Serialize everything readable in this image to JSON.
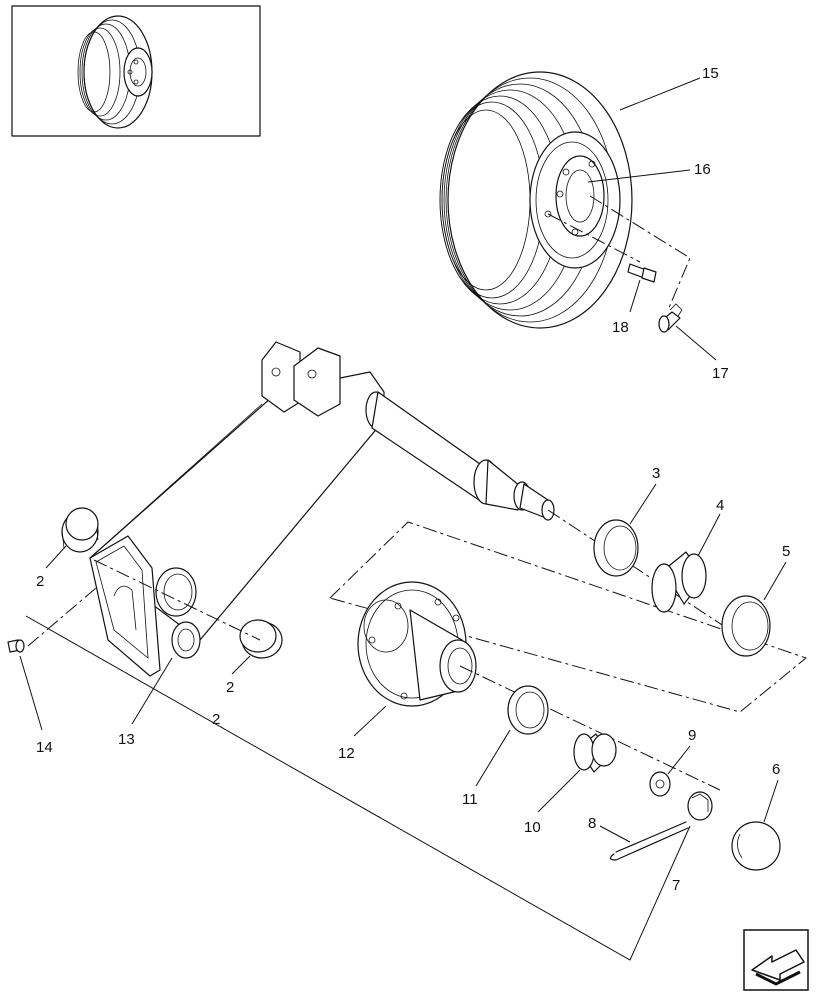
{
  "callouts": [
    {
      "id": "c15",
      "text": "15"
    },
    {
      "id": "c16",
      "text": "16"
    },
    {
      "id": "c18",
      "text": "18"
    },
    {
      "id": "c17",
      "text": "17"
    },
    {
      "id": "c3",
      "text": "3"
    },
    {
      "id": "c4",
      "text": "4"
    },
    {
      "id": "c5",
      "text": "5"
    },
    {
      "id": "c2a",
      "text": "2"
    },
    {
      "id": "c2b",
      "text": "2"
    },
    {
      "id": "c2c",
      "text": "2"
    },
    {
      "id": "c14",
      "text": "14"
    },
    {
      "id": "c13",
      "text": "13"
    },
    {
      "id": "c12",
      "text": "12"
    },
    {
      "id": "c11",
      "text": "11"
    },
    {
      "id": "c10",
      "text": "10"
    },
    {
      "id": "c9",
      "text": "9"
    },
    {
      "id": "c8",
      "text": "8"
    },
    {
      "id": "c6",
      "text": "6"
    },
    {
      "id": "c7",
      "text": "7"
    }
  ],
  "nav_icon": "back-arrow-icon"
}
